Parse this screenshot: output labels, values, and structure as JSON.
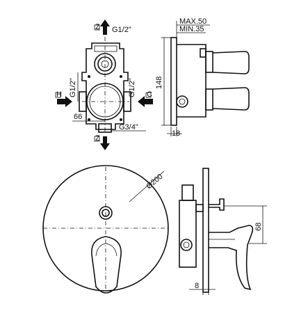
{
  "labels": {
    "top_outlet": "G1/2\"",
    "left_inlet": "G1/2\"",
    "right_inlet": "G1/2\"",
    "bottom_outlet": "G3/4\"",
    "dim_66": "66",
    "max_depth": "MAX.50",
    "min_depth": "MIN.35",
    "height": "148",
    "side_18": "18",
    "diameter": "Ø200",
    "dim_68": "68",
    "dim_8": "8"
  },
  "markers": {
    "cold": "C",
    "hot": "H",
    "top": "Z",
    "bottom": "Z"
  }
}
